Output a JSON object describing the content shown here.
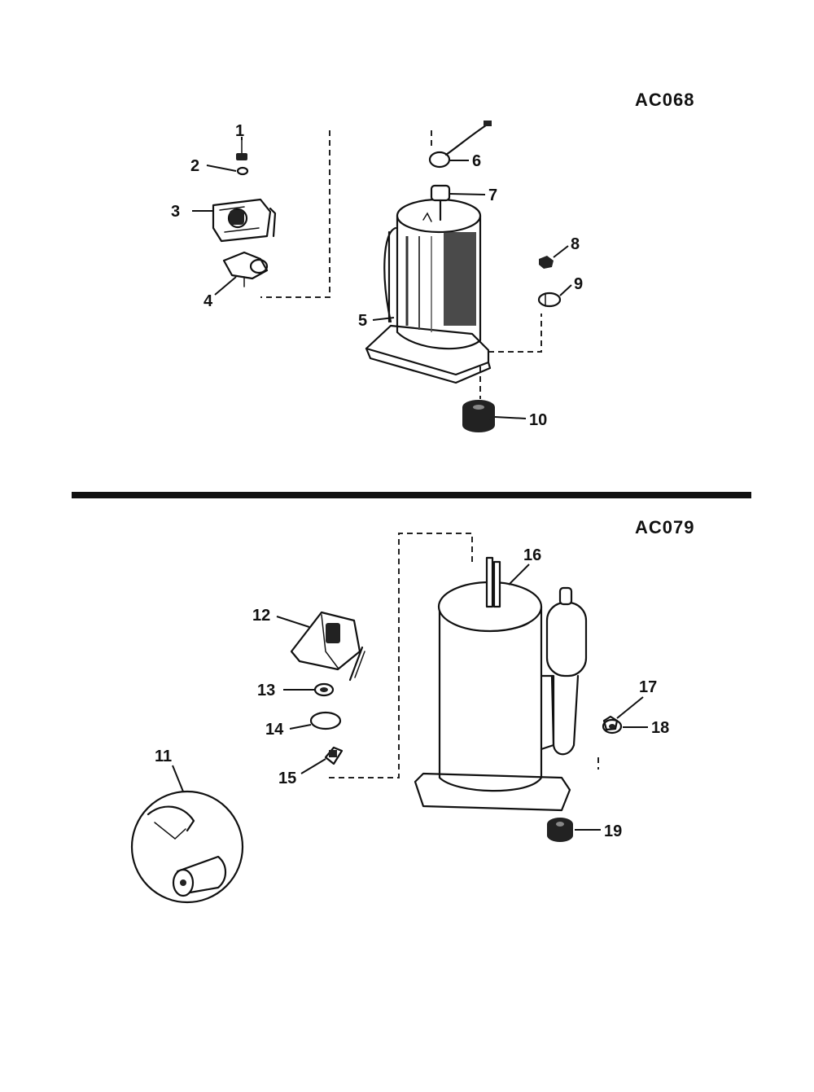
{
  "diagram_codes": {
    "top": "AC068",
    "bottom": "AC079"
  },
  "callouts": {
    "p1": "1",
    "p2": "2",
    "p3": "3",
    "p4": "4",
    "p5": "5",
    "p6": "6",
    "p7": "7",
    "p8": "8",
    "p9": "9",
    "p10": "10",
    "p11": "11",
    "p12": "12",
    "p13": "13",
    "p14": "14",
    "p15": "15",
    "p16": "16",
    "p17": "17",
    "p18": "18",
    "p19": "19"
  },
  "colors": {
    "ink": "#111111",
    "paper": "#ffffff"
  }
}
